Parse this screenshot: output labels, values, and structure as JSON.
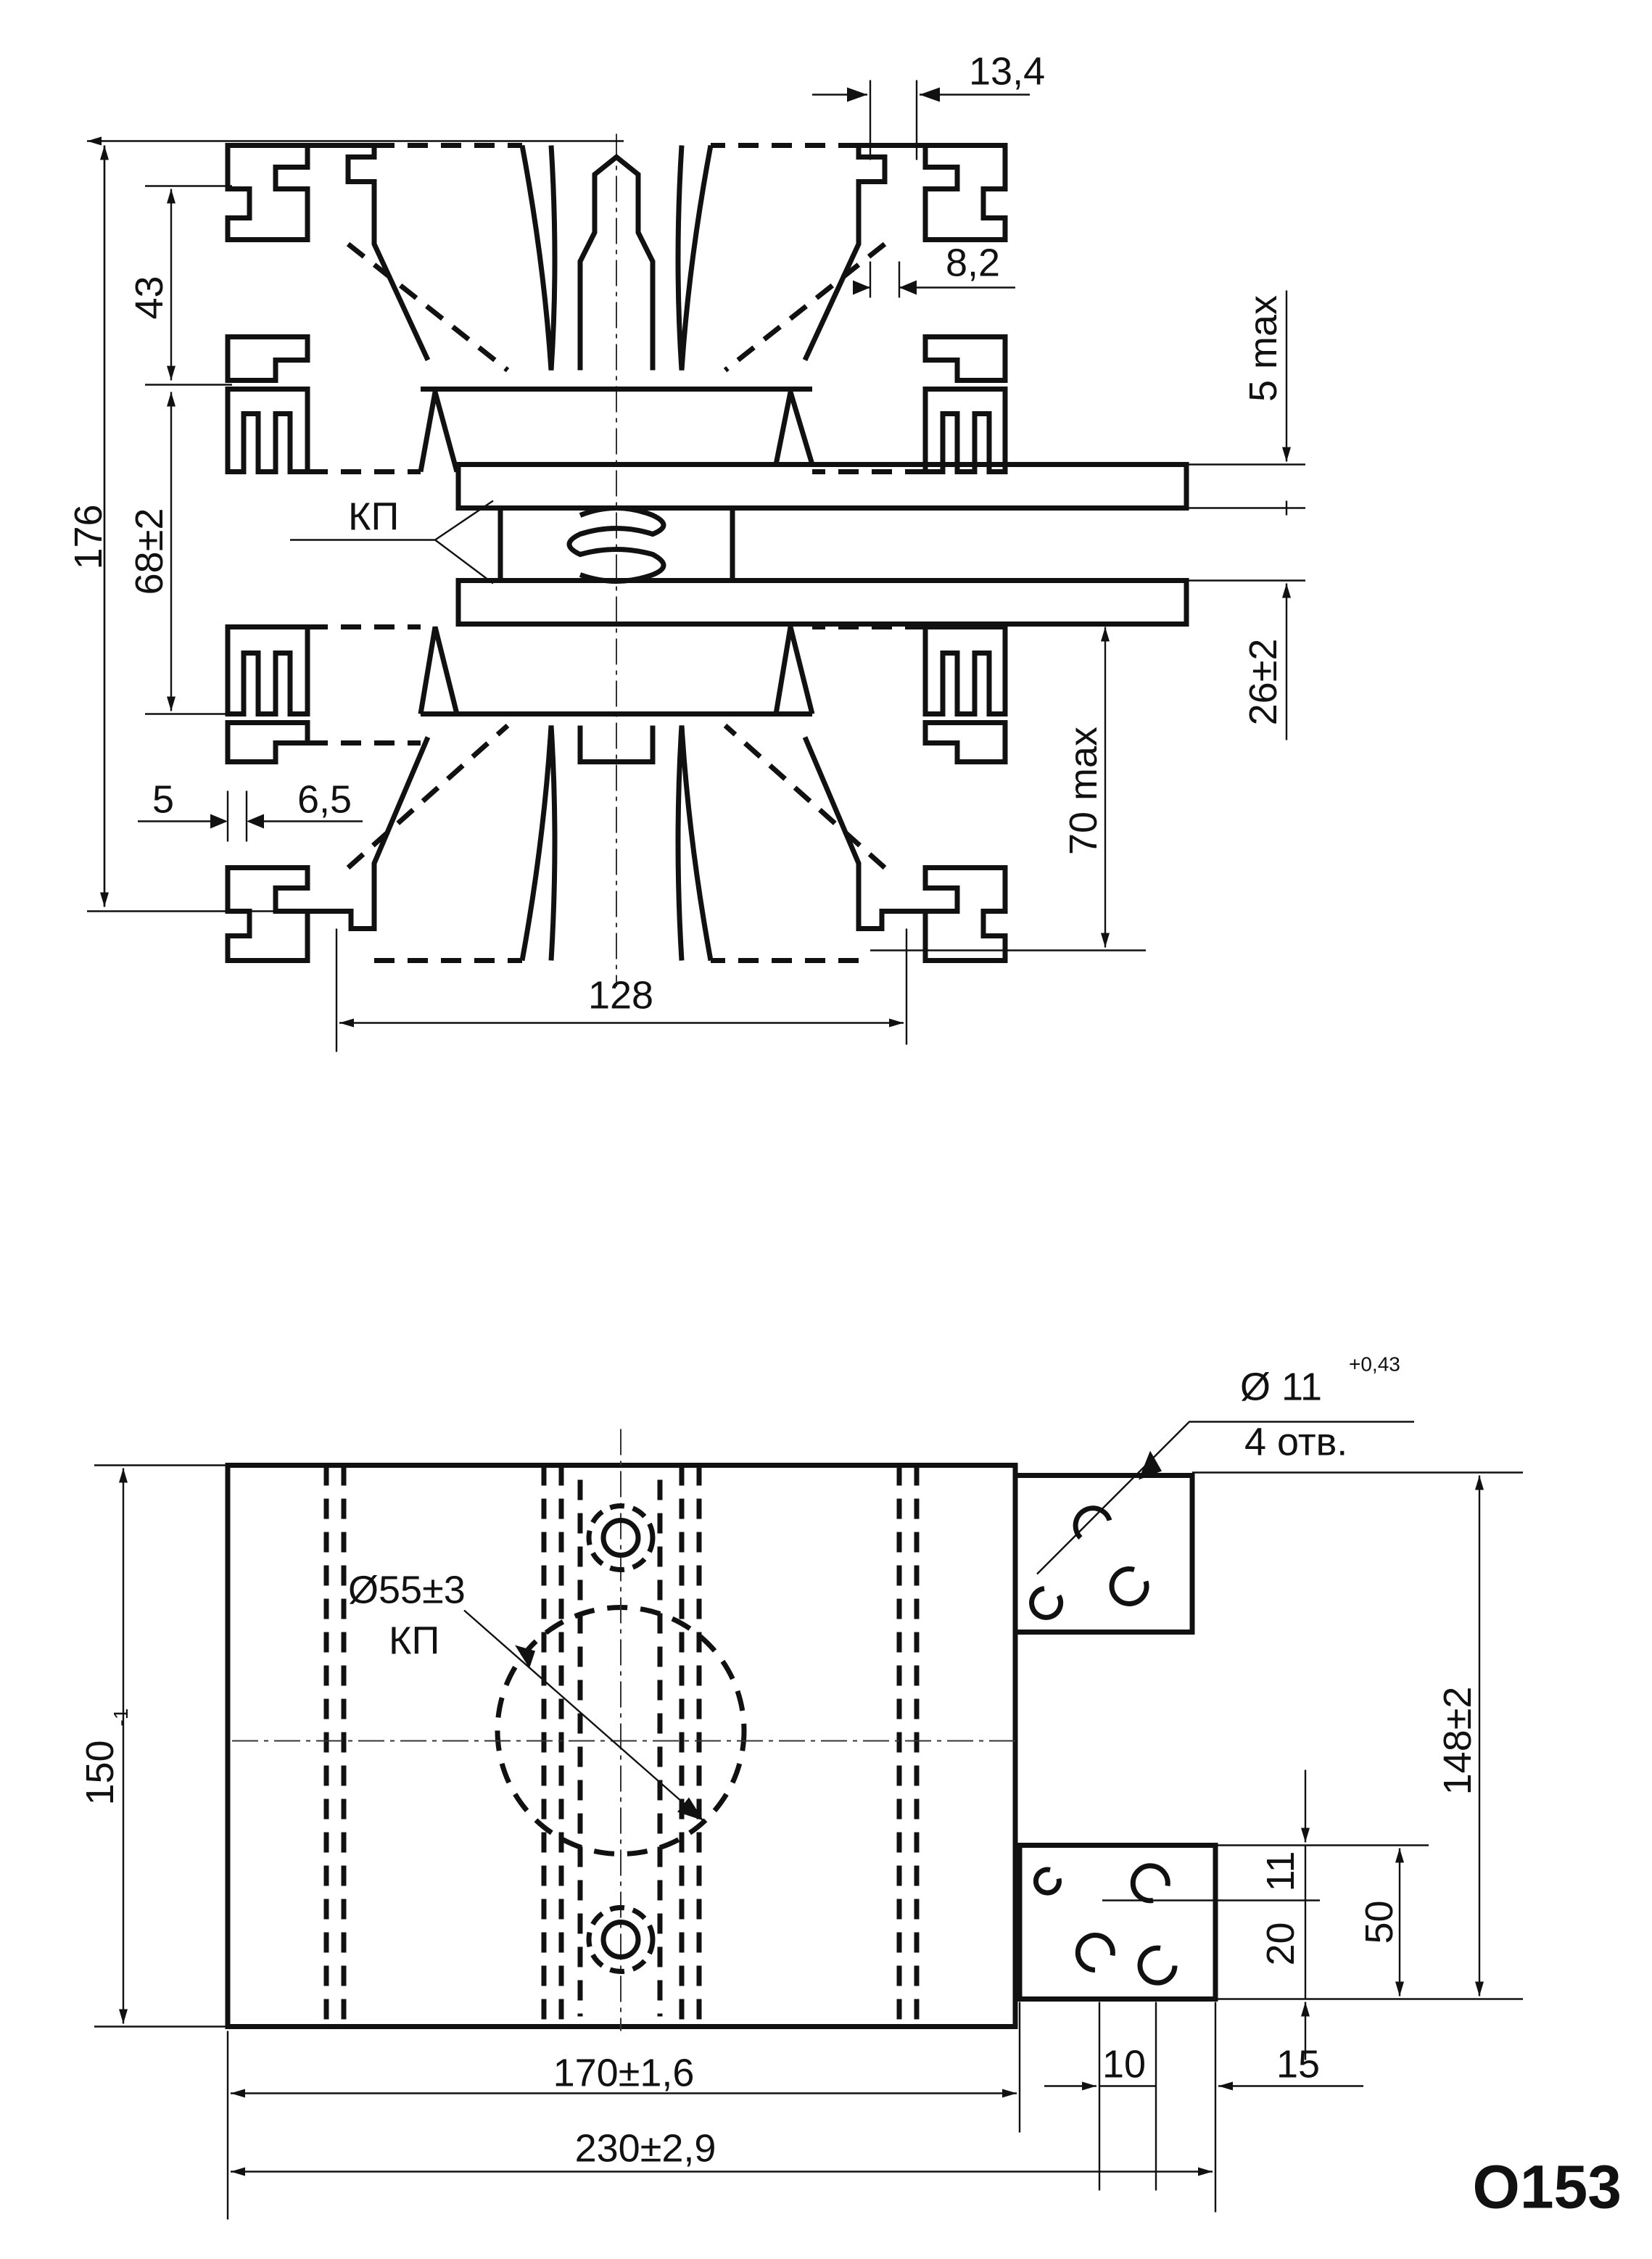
{
  "top_view": {
    "dims": {
      "d13_4": "13,4",
      "d8_2": "8,2",
      "d5max": "5 max",
      "d26": "26±2",
      "d70max": "70 max",
      "d176": "176",
      "d43": "43",
      "d68": "68±2",
      "d5": "5",
      "d6_5": "6,5",
      "d128": "128"
    },
    "kp_label": "КП"
  },
  "bottom_view": {
    "hole_dia": "Ø 11",
    "hole_tol": "+0,43",
    "hole_count": "4 отв.",
    "circle_dia": "Ø55±3",
    "kp_label": "КП",
    "d150": "150",
    "d150_tol": "-1",
    "d148": "148±2",
    "d50": "50",
    "d20": "20",
    "d11": "11",
    "d170": "170±1,6",
    "d230": "230±2,9",
    "d10": "10",
    "d15": "15"
  },
  "code": "O153"
}
